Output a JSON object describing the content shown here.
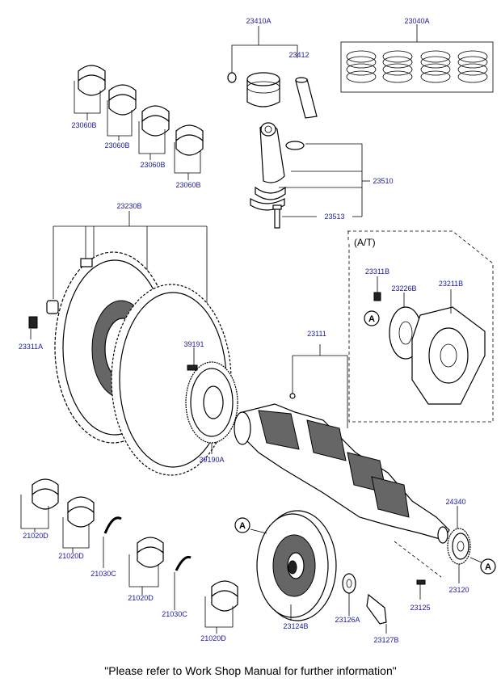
{
  "labels": {
    "p23410A": "23410A",
    "p23040A": "23040A",
    "p23412": "23412",
    "p23060B": "23060B",
    "p23510": "23510",
    "p23513": "23513",
    "p23230B": "23230B",
    "at": "(A/T)",
    "p23311B": "23311B",
    "p23226B": "23226B",
    "p23211B": "23211B",
    "p23311A": "23311A",
    "p39191": "39191",
    "p23111": "23111",
    "p39190A": "39190A",
    "p24340": "24340",
    "p21020D": "21020D",
    "p21030C": "21030C",
    "p23120": "23120",
    "p23125": "23125",
    "p23124B": "23124B",
    "p23126A": "23126A",
    "p23127B": "23127B",
    "callout_a": "A"
  },
  "footer_note": "\"Please refer to Work Shop Manual for further information\""
}
